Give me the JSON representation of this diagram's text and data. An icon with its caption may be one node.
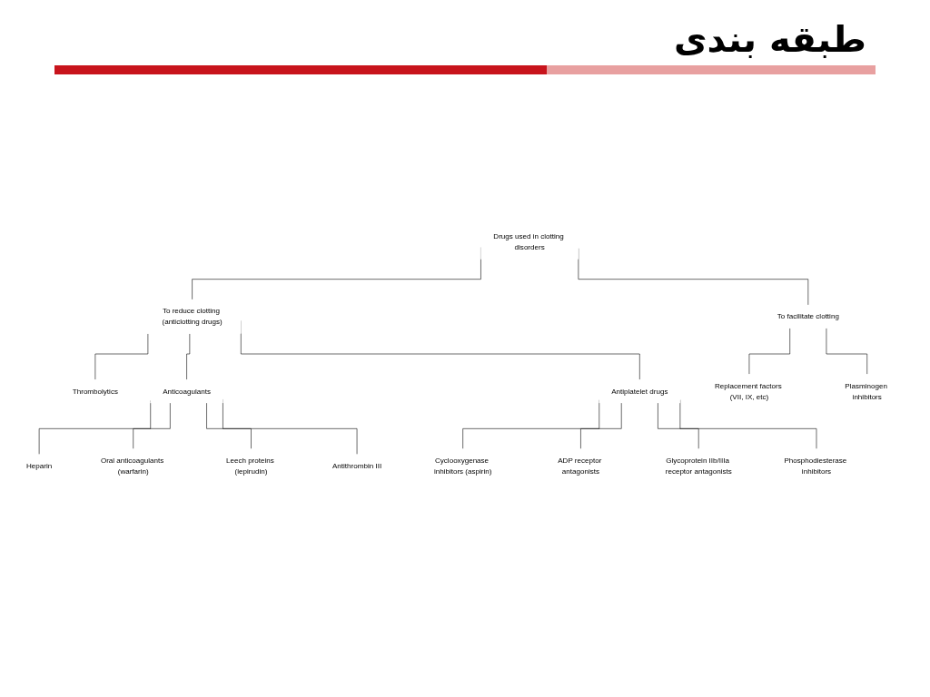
{
  "diagram": {
    "title": "طبقه بندی",
    "nodes": [
      {
        "text": [
          "Drugs used in clotting disorders"
        ]
      },
      {
        "text": [
          "To reduce clotting (anticlotting drugs)"
        ]
      },
      {
        "text": [
          "To facilitate clotting"
        ]
      },
      {
        "text": [
          "Thrombolytics"
        ]
      },
      {
        "text": [
          "Anticoagulants"
        ]
      },
      {
        "text": [
          "Antiplatelet drugs"
        ]
      },
      {
        "text": [
          "Replacement factors (VII, IX, etc)"
        ]
      },
      {
        "text": [
          "Plasminogen inhibitors"
        ]
      },
      {
        "text": [
          "Heparin"
        ]
      },
      {
        "text": [
          "Oral anticoagulants (warfarin)"
        ]
      },
      {
        "text": [
          "Leech proteins (lepirudin)"
        ]
      },
      {
        "text": [
          "Antithrombin III"
        ]
      },
      {
        "text": [
          "Cyclooxygenase inhibitors (aspirin)"
        ]
      },
      {
        "text": [
          "ADP receptor antagonists"
        ]
      },
      {
        "text": [
          "Glycoprotein IIb/IIIa receptor antagonists"
        ]
      },
      {
        "text": [
          "Phosphodiesterase inhibitors"
        ]
      }
    ],
    "edges": [
      {
        "from": 0,
        "to": 1,
        "arrow": "none"
      },
      {
        "from": 0,
        "to": 2,
        "arrow": "none"
      },
      {
        "from": 1,
        "to": 3,
        "arrow": "none"
      },
      {
        "from": 1,
        "to": 4,
        "arrow": "none"
      },
      {
        "from": 1,
        "to": 5,
        "arrow": "none"
      },
      {
        "from": 2,
        "to": 6,
        "arrow": "none"
      },
      {
        "from": 2,
        "to": 7,
        "arrow": "none"
      },
      {
        "from": 4,
        "to": 8,
        "arrow": "none"
      },
      {
        "from": 4,
        "to": 9,
        "arrow": "none"
      },
      {
        "from": 4,
        "to": 10,
        "arrow": "none"
      },
      {
        "from": 4,
        "to": 11,
        "arrow": "none"
      },
      {
        "from": 5,
        "to": 12,
        "arrow": "none"
      },
      {
        "from": 5,
        "to": 13,
        "arrow": "none"
      },
      {
        "from": 5,
        "to": 14,
        "arrow": "none"
      },
      {
        "from": 5,
        "to": 15,
        "arrow": "none"
      }
    ]
  }
}
